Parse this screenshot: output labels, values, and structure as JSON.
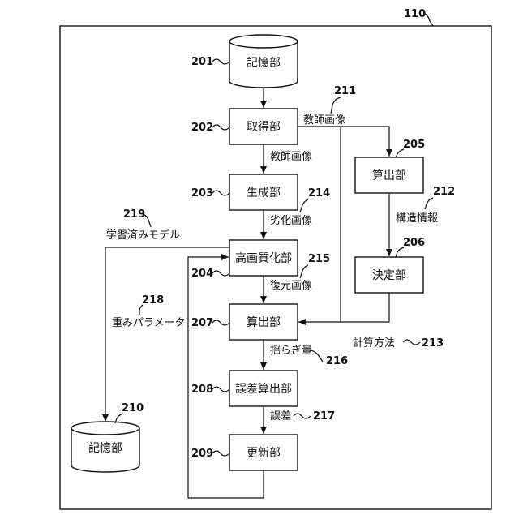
{
  "nodes": {
    "storage_top": "記憶部",
    "acquisition": "取得部",
    "generation": "生成部",
    "enhancement": "高画質化部",
    "calculation": "算出部",
    "decision": "決定部",
    "error_calc": "誤差算出部",
    "update": "更新部",
    "storage_bottom": "記憶部"
  },
  "edges": {
    "teacher_image": "教師画像",
    "degraded_image": "劣化画像",
    "restored_image": "復元画像",
    "trained_model": "学習済みモデル",
    "weight_param": "重みパラメータ",
    "structure_info": "構造情報",
    "calc_method": "計算方法",
    "fluctuation": "揺らぎ量",
    "error": "誤差"
  },
  "refs": {
    "r110": "110",
    "r201": "201",
    "r202": "202",
    "r203": "203",
    "r204": "204",
    "r205": "205",
    "r206": "206",
    "r207": "207",
    "r208": "208",
    "r209": "209",
    "r210": "210",
    "r211": "211",
    "r212": "212",
    "r213": "213",
    "r214": "214",
    "r215": "215",
    "r216": "216",
    "r217": "217",
    "r218": "218",
    "r219": "219"
  }
}
